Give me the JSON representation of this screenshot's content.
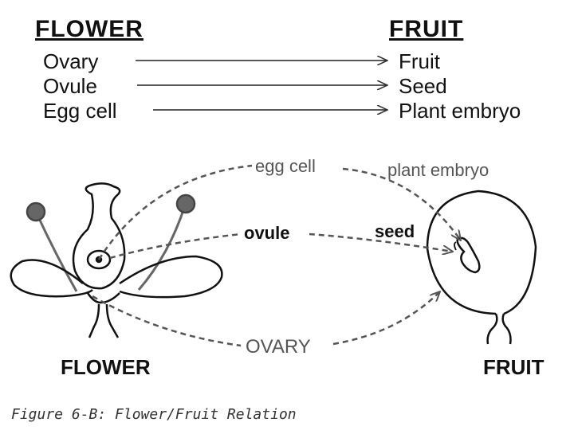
{
  "headers": {
    "left": "FLOWER",
    "right": "FRUIT"
  },
  "mapping": [
    {
      "from": "Ovary",
      "to": "Fruit"
    },
    {
      "from": "Ovule",
      "to": "Seed"
    },
    {
      "from": "Egg cell",
      "to": "Plant embryo"
    }
  ],
  "diagram_labels": {
    "egg_cell": "egg cell",
    "plant_embryo": "plant embryo",
    "ovule": "ovule",
    "seed": "seed",
    "ovary": "OVARY"
  },
  "part_labels": {
    "flower": "FLOWER",
    "fruit": "FRUIT"
  },
  "caption": "Figure 6-B: Flower/Fruit Relation"
}
